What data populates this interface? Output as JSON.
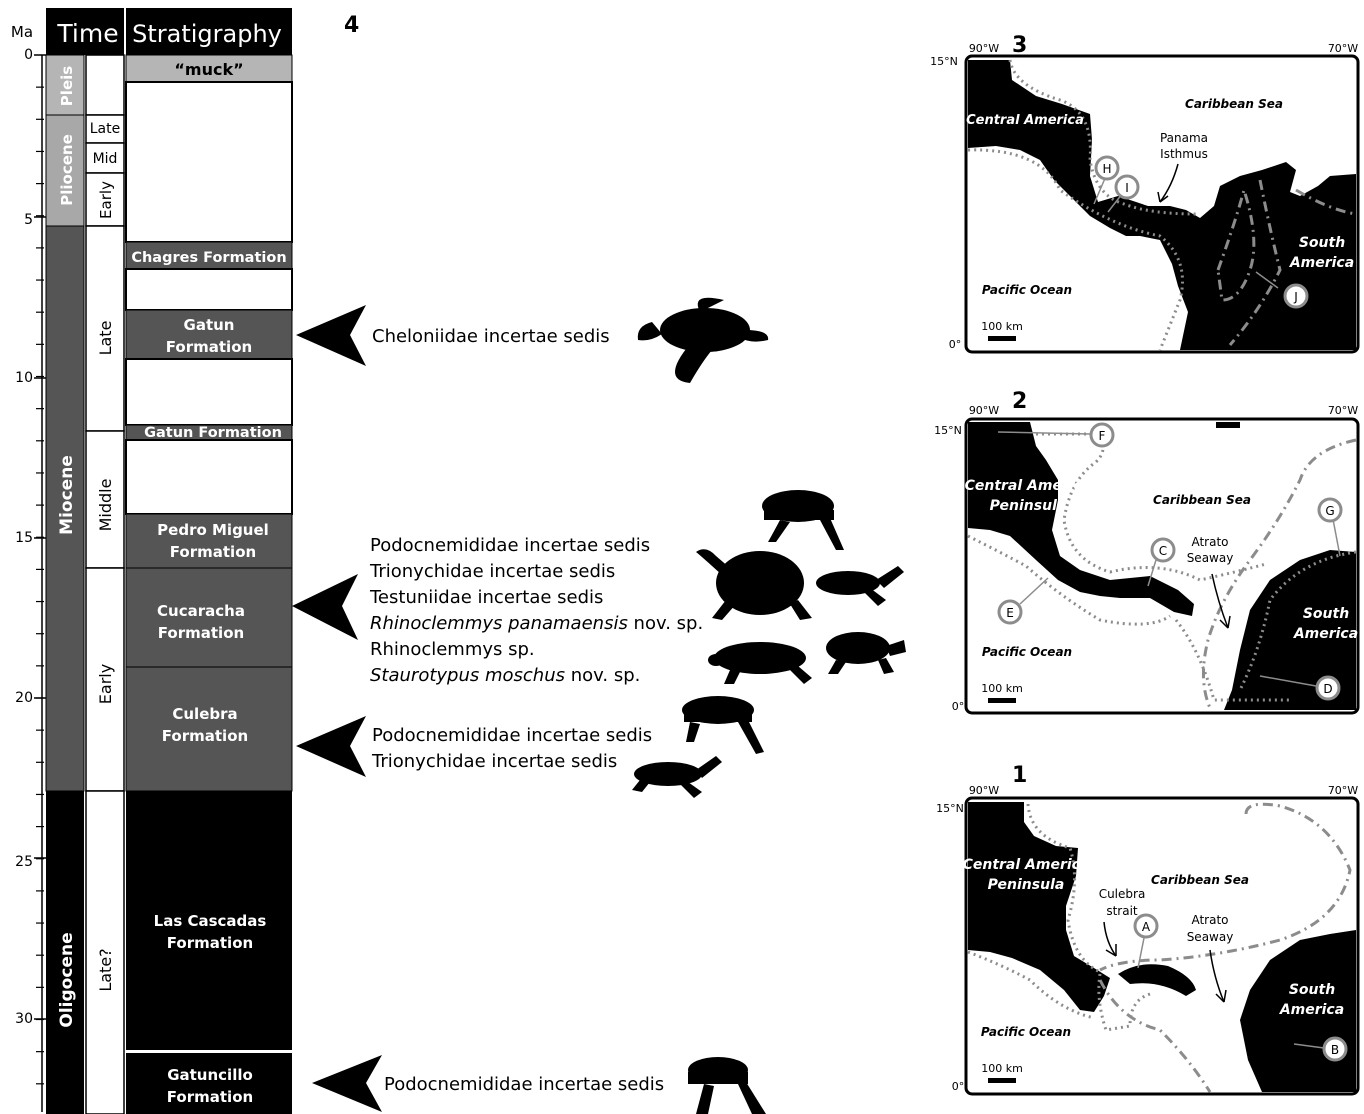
{
  "column_headers": {
    "ma": "Ma",
    "time": "Time",
    "stratigraphy": "Stratigraphy"
  },
  "panel_number": "4",
  "age_ticks": [
    "0",
    "5",
    "10",
    "15",
    "20",
    "25",
    "30"
  ],
  "epochs": {
    "pleis": "Pleis",
    "pliocene": "Pliocene",
    "miocene": "Miocene",
    "oligocene": "Oligocene"
  },
  "subdivisions": {
    "plio_late": "Late",
    "plio_mid": "Mid",
    "plio_early": "Early",
    "mio_late": "Late",
    "mio_middle": "Middle",
    "mio_early": "Early",
    "oligo_late": "Late?"
  },
  "formations": {
    "muck": "“muck”",
    "chagres": "Chagres Formation",
    "gatun_upper_1": "Gatun",
    "gatun_upper_2": "Formation",
    "gatun_lower": "Gatun Formation",
    "pedro_1": "Pedro Miguel",
    "pedro_2": "Formation",
    "cucaracha_1": "Cucaracha",
    "cucaracha_2": "Formation",
    "culebra_1": "Culebra",
    "culebra_2": "Formation",
    "cascadas_1": "Las Cascadas",
    "cascadas_2": "Formation",
    "gatuncillo_1": "Gatuncillo",
    "gatuncillo_2": "Formation"
  },
  "taxa": {
    "gatun": "Cheloniidae incertae sedis",
    "cucaracha": [
      {
        "name": "Podocnemididae incertae sedis",
        "rest": ""
      },
      {
        "name": "Trionychidae incertae sedis",
        "rest": ""
      },
      {
        "name": "Testuniidae incertae sedis",
        "rest": ""
      },
      {
        "name": "Rhinoclemmys panamaensis",
        "rest": " nov. sp."
      },
      {
        "name": "Rhinoclemmys sp.",
        "rest": ""
      },
      {
        "name": "Staurotypus moschus",
        "rest": " nov. sp."
      }
    ],
    "culebra": [
      "Podocnemididae incertae sedis",
      "Trionychidae incertae sedis"
    ],
    "gatuncillo": "Podocnemididae incertae sedis"
  },
  "maps": [
    {
      "number": "3",
      "lon_left": "90°W",
      "lon_right": "70°W",
      "lat_top": "15°N",
      "lat_bottom": "0°",
      "central_america": "Central America",
      "caribbean": "Caribbean Sea",
      "pacific": "Pacific Ocean",
      "south_america_1": "South",
      "south_america_2": "America",
      "isthmus_1": "Panama",
      "isthmus_2": "Isthmus",
      "scale": "100 km",
      "markers": [
        "H",
        "I",
        "J"
      ]
    },
    {
      "number": "2",
      "lon_left": "90°W",
      "lon_right": "70°W",
      "lat_top": "15°N",
      "lat_bottom": "0°",
      "central_america_1": "Central America",
      "central_america_2": "Peninsula",
      "caribbean": "Caribbean Sea",
      "pacific": "Pacific Ocean",
      "south_america_1": "South",
      "south_america_2": "America",
      "seaway_1": "Atrato",
      "seaway_2": "Seaway",
      "scale": "100 km",
      "markers": [
        "F",
        "C",
        "G",
        "E",
        "D"
      ]
    },
    {
      "number": "1",
      "lon_left": "90°W",
      "lon_right": "70°W",
      "lat_top": "15°N",
      "lat_bottom": "0°",
      "central_america_1": "Central America",
      "central_america_2": "Peninsula",
      "caribbean": "Caribbean Sea",
      "pacific": "Pacific Ocean",
      "south_america_1": "South",
      "south_america_2": "America",
      "strait_1": "Culebra",
      "strait_2": "strait",
      "seaway_1": "Atrato",
      "seaway_2": "Seaway",
      "scale": "100 km",
      "markers": [
        "A",
        "B"
      ]
    }
  ],
  "colors": {
    "black": "#000000",
    "dark_gray": "#555555",
    "mid_gray": "#8c8c8c",
    "light_gray": "#b5b5b5",
    "white": "#ffffff"
  }
}
